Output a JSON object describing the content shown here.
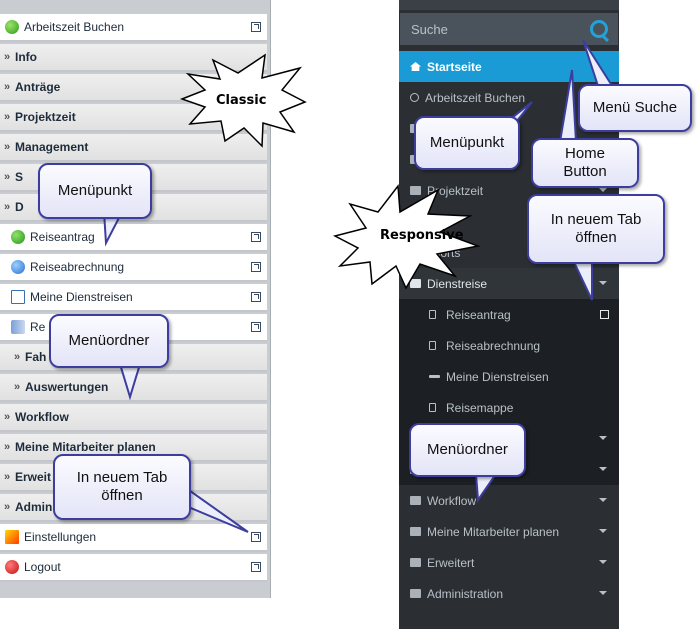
{
  "classic": {
    "rows": [
      {
        "label": "Arbeitszeit Buchen",
        "kind": "white",
        "icon": "green-circle",
        "ext": true
      },
      {
        "label": "Info",
        "kind": "grey-bold"
      },
      {
        "label": "Anträge",
        "kind": "grey-bold"
      },
      {
        "label": "Projektzeit",
        "kind": "grey-bold"
      },
      {
        "label": "Management",
        "kind": "grey-bold"
      },
      {
        "label": "S",
        "kind": "grey-bold"
      },
      {
        "label": "D",
        "kind": "grey-bold"
      },
      {
        "label": "Reiseantrag",
        "kind": "white",
        "icon": "green-arrow-circle",
        "ext": true
      },
      {
        "label": "Reiseabrechnung",
        "kind": "white",
        "icon": "blue-arrow-circle",
        "ext": true
      },
      {
        "label": "Meine Dienstreisen",
        "kind": "white",
        "icon": "calendar-icon",
        "ext": true
      },
      {
        "label": "Re",
        "kind": "white",
        "icon": "book-icon",
        "ext": true
      },
      {
        "label": "Fah",
        "kind": "grey-bold-sub"
      },
      {
        "label": "Auswertungen",
        "kind": "grey-bold-sub"
      },
      {
        "label": "Workflow",
        "kind": "grey-bold"
      },
      {
        "label": "Meine Mitarbeiter planen",
        "kind": "grey-bold"
      },
      {
        "label": "Erweit",
        "kind": "grey-bold"
      },
      {
        "label": "Admin",
        "kind": "grey-bold"
      },
      {
        "label": "Einstellungen",
        "kind": "white",
        "icon": "settings-gradient-icon",
        "ext": true
      },
      {
        "label": "Logout",
        "kind": "white",
        "icon": "red-power-icon",
        "ext": true
      }
    ]
  },
  "responsive": {
    "search_placeholder": "Suche",
    "items": [
      {
        "label": "Startseite",
        "kind": "active",
        "icon": "home-icon"
      },
      {
        "label": "Arbeitszeit Buchen",
        "kind": "normal",
        "icon": "clock-icon"
      },
      {
        "label": "",
        "kind": "normal",
        "icon": "folder-icon"
      },
      {
        "label": "",
        "kind": "normal",
        "icon": "folder-icon"
      },
      {
        "label": "Projektzeit",
        "kind": "normal",
        "icon": "folder-icon",
        "caret": true
      },
      {
        "label": "ent",
        "kind": "normal",
        "icon": "folder-icon"
      },
      {
        "label": "eports",
        "kind": "normal",
        "icon": "folder-icon"
      },
      {
        "label": "Dienstreise",
        "kind": "open",
        "icon": "folder-open-icon",
        "caret": true
      },
      {
        "label": "Reiseantrag",
        "kind": "child",
        "icon": "bookmark-icon",
        "ext": true
      },
      {
        "label": "Reiseabrechnung",
        "kind": "child",
        "icon": "bookmark-icon"
      },
      {
        "label": "Meine Dienstreisen",
        "kind": "child",
        "icon": "plane-icon"
      },
      {
        "label": "Reisemappe",
        "kind": "child",
        "icon": "bookmark-icon"
      },
      {
        "label": "",
        "kind": "dark",
        "icon": "folder-icon",
        "caret": true
      },
      {
        "label": "",
        "kind": "dark",
        "icon": "folder-icon",
        "caret": true
      },
      {
        "label": "Workflow",
        "kind": "normal",
        "icon": "folder-icon",
        "caret": true
      },
      {
        "label": "Meine Mitarbeiter planen",
        "kind": "normal",
        "icon": "folder-icon",
        "caret": true
      },
      {
        "label": "Erweitert",
        "kind": "normal",
        "icon": "folder-icon",
        "caret": true
      },
      {
        "label": "Administration",
        "kind": "normal",
        "icon": "folder-icon",
        "caret": true
      }
    ]
  },
  "annotations": {
    "classic_star": "Classic",
    "responsive_star": "Responsive",
    "menupunkt_left": "Menüpunkt",
    "menuordner_left": "Menüordner",
    "neuer_tab_left": "In neuem Tab\nöffnen",
    "menupunkt_right": "Menüpunkt",
    "home_button": "Home\nButton",
    "menu_suche": "Menü Suche",
    "neuer_tab_right": "In neuem Tab\nöffnen",
    "menuordner_right": "Menüordner"
  },
  "colors": {
    "accent_blue": "#1a9bd5",
    "sidebar_dark": "#2b2f33",
    "bubble_border": "#3d3d9e"
  }
}
